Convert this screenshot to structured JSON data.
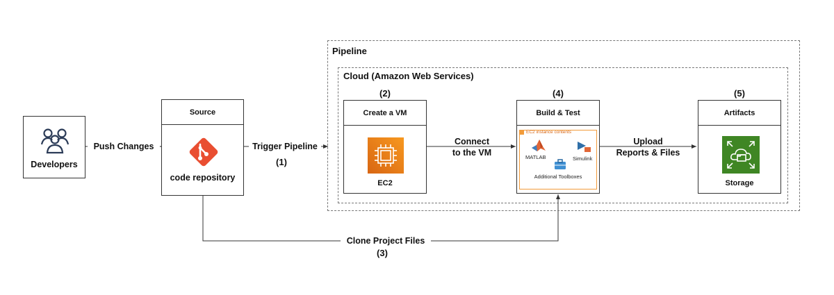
{
  "frames": {
    "pipeline": "Pipeline",
    "cloud": "Cloud (Amazon Web Services)"
  },
  "nodes": {
    "developers": {
      "label": "Developers"
    },
    "source": {
      "title": "Source",
      "label": "code repository"
    },
    "create_vm": {
      "step": "(2)",
      "title": "Create a VM",
      "label": "EC2"
    },
    "build_test": {
      "step": "(4)",
      "title": "Build & Test",
      "panel_title": "EC2 instance contents",
      "matlab": "MATLAB",
      "simulink": "Simulink",
      "toolboxes": "Additional Toolboxes"
    },
    "artifacts": {
      "step": "(5)",
      "title": "Artifacts",
      "label": "Storage"
    }
  },
  "edges": {
    "push": "Push Changes",
    "trigger": "Trigger Pipeline",
    "trigger_step": "(1)",
    "connect_1": "Connect",
    "connect_2": "to the VM",
    "upload_1": "Upload",
    "upload_2": "Reports & Files",
    "clone": "Clone Project Files",
    "clone_step": "(3)"
  },
  "colors": {
    "git": "#e94e31",
    "ec2_gradient_start": "#f7981f",
    "ec2_gradient_end": "#d86613",
    "storage": "#3f8624",
    "panel_border": "#f29b3a"
  }
}
